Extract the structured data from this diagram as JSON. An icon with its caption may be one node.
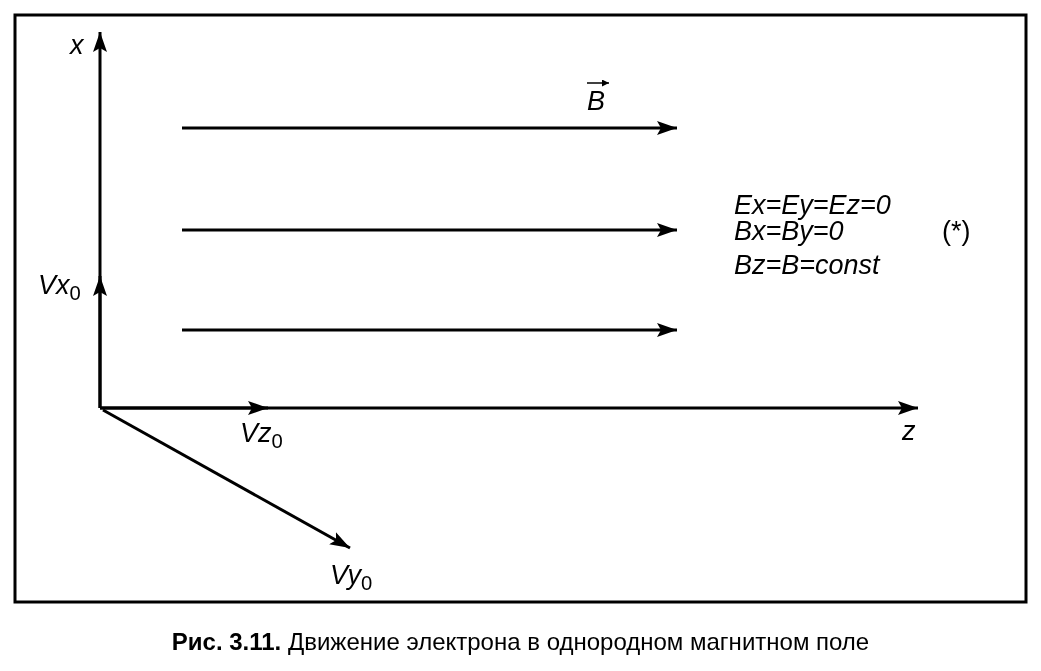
{
  "diagram": {
    "caption": "**Рис. 3.11.** Движение электрона в однородном магнитном поле",
    "labels": [
      "x",
      "B",
      "Ex=Ey=Ez=0",
      "Bx=By=0",
      "(*)",
      "Bz=B=const",
      "Vx$_{0}$",
      "z",
      "Vz$_{0}$",
      "Vy$_{0}$"
    ]
  }
}
